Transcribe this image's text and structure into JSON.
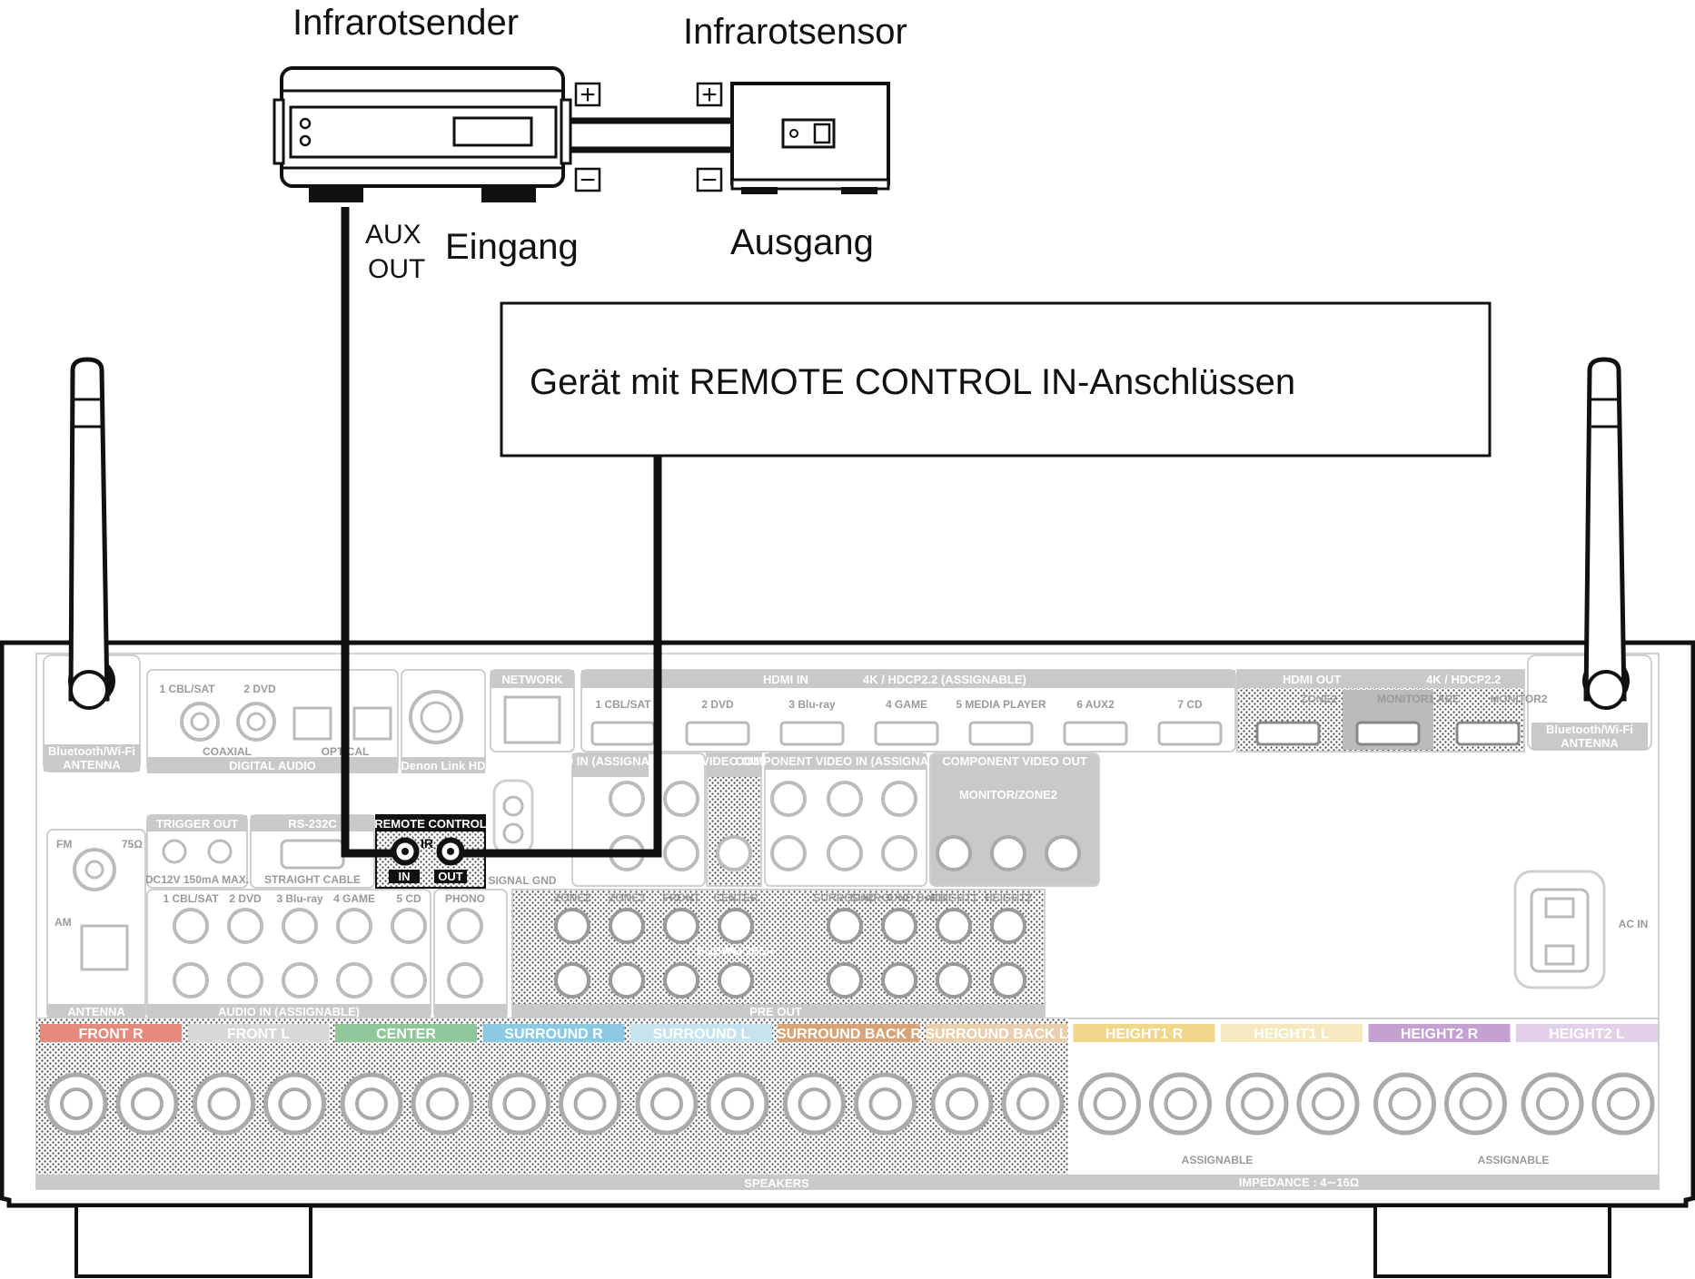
{
  "labels": {
    "ir_transmitter": "Infrarotsender",
    "ir_sensor": "Infrarotsensor",
    "aux_out_1": "AUX",
    "aux_out_2": "OUT",
    "input": "Eingang",
    "output": "Ausgang",
    "device_box": "Gerät mit REMOTE CONTROL IN-Anschlüssen",
    "plus": "+",
    "minus": "−"
  },
  "panel": {
    "antenna_left": "Bluetooth/Wi-Fi",
    "antenna_left_2": "ANTENNA",
    "antenna_right": "Bluetooth/Wi-Fi",
    "antenna_right_2": "ANTENNA",
    "digital_audio": "DIGITAL AUDIO",
    "coaxial": "COAXIAL",
    "optical": "OPTICAL",
    "da_1": "1 CBL/SAT",
    "da_2": "2 DVD",
    "denon_link": "Denon Link HD",
    "network": "NETWORK",
    "hdmi_in": "HDMI IN",
    "hdmi_in_spec": "4K / HDCP2.2 (ASSIGNABLE)",
    "hdmi_out": "HDMI OUT",
    "hdmi_out_spec": "4K / HDCP2.2",
    "hdmi_inputs": [
      "1 CBL/SAT",
      "2 DVD",
      "3 Blu-ray",
      "4 GAME",
      "5 MEDIA PLAYER",
      "6 AUX2",
      "7 CD"
    ],
    "hdmi_outputs": [
      "ZONE2",
      "MONITOR1 ARC",
      "MONITOR2"
    ],
    "trigger_out": "TRIGGER OUT",
    "trigger_spec": "DC12V 150mA MAX.",
    "rs232c": "RS-232C",
    "straight_cable": "STRAIGHT CABLE",
    "remote_control": "REMOTE CONTROL",
    "ir": "IR",
    "rc_in": "IN",
    "rc_out": "OUT",
    "signal_gnd": "SIGNAL GND",
    "video_in": "VIDEO IN (ASSIGNABLE)",
    "video_out": "VIDEO OUT",
    "component_in": "COMPONENT VIDEO IN (ASSIGNABLE)",
    "component_out": "COMPONENT VIDEO OUT",
    "monitor_zone2": "MONITOR/ZONE2",
    "fm": "FM",
    "fm_ohm": "75Ω",
    "am": "AM",
    "antenna": "ANTENNA",
    "audio_in": "AUDIO IN (ASSIGNABLE)",
    "audio_sources": [
      "1 CBL/SAT",
      "2 DVD",
      "3 Blu-ray",
      "4 GAME",
      "5 CD"
    ],
    "phono": "PHONO",
    "pre_out": "PRE OUT",
    "pre_out_channels": [
      "ZONE2",
      "ZONE3",
      "FRONT",
      "CENTER",
      "SURROUND",
      "SURROUND BACK",
      "HEIGHT1",
      "HEIGHT2"
    ],
    "subwoofer": "SUBWOOFER",
    "ac_in": "AC IN",
    "speakers": "SPEAKERS",
    "impedance": "IMPEDANCE : 4∼16Ω",
    "assignable": "ASSIGNABLE",
    "speaker_groups": [
      {
        "label": "FRONT R",
        "color": "#e58a7c"
      },
      {
        "label": "FRONT L",
        "color": "#d8d8d8"
      },
      {
        "label": "CENTER",
        "color": "#8fc79a"
      },
      {
        "label": "SURROUND R",
        "color": "#8cc9e3"
      },
      {
        "label": "SURROUND L",
        "color": "#c7e3ef"
      },
      {
        "label": "SURROUND BACK R",
        "color": "#d7a477"
      },
      {
        "label": "SURROUND BACK L",
        "color": "#e9cfae"
      },
      {
        "label": "HEIGHT1 R",
        "color": "#f0d78a"
      },
      {
        "label": "HEIGHT1 L",
        "color": "#f6e9bf"
      },
      {
        "label": "HEIGHT2 R",
        "color": "#c3a0cf"
      },
      {
        "label": "HEIGHT2 L",
        "color": "#e1d0e8"
      }
    ]
  }
}
